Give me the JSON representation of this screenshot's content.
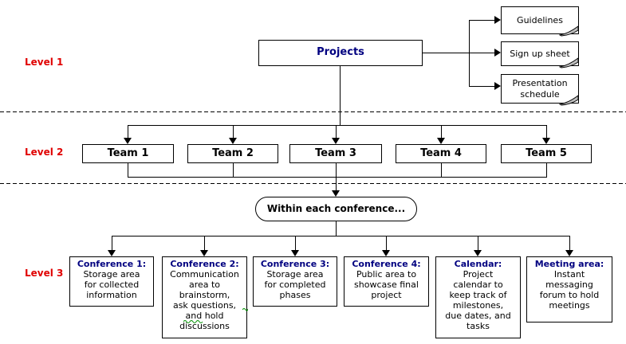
{
  "levels": [
    {
      "label": "Level 1"
    },
    {
      "label": "Level 2"
    },
    {
      "label": "Level 3"
    }
  ],
  "root": {
    "label": "Projects"
  },
  "documents": [
    {
      "label": "Guidelines"
    },
    {
      "label": "Sign up sheet"
    },
    {
      "label": [
        "Presentation",
        "schedule"
      ]
    }
  ],
  "teams": [
    {
      "label": "Team 1"
    },
    {
      "label": "Team 2"
    },
    {
      "label": "Team 3"
    },
    {
      "label": "Team 4"
    },
    {
      "label": "Team 5"
    }
  ],
  "hub": {
    "label": "Within each conference..."
  },
  "areas": [
    {
      "title": "Conference 1:",
      "lines": [
        "Storage area",
        "for collected",
        "information"
      ]
    },
    {
      "title": "Conference 2:",
      "lines": [
        "Communication",
        "area to",
        "brainstorm,",
        "ask questions,",
        "and hold",
        "discussions"
      ]
    },
    {
      "title": "Conference 3:",
      "lines": [
        "Storage area",
        "for completed",
        "phases"
      ]
    },
    {
      "title": "Conference 4:",
      "lines": [
        "Public area to",
        "showcase final",
        "project"
      ]
    },
    {
      "title": "Calendar:",
      "lines": [
        "Project",
        "calendar to",
        "keep track of",
        "milestones,",
        "due dates, and",
        "tasks"
      ]
    },
    {
      "title": "Meeting area:",
      "lines": [
        "Instant",
        "messaging",
        "forum to hold",
        "meetings"
      ]
    }
  ],
  "colors": {
    "level_label_red": "#e00000",
    "heading_navy": "#000080",
    "line_black": "#000000",
    "fold_gray": "#c0c0c0",
    "grammar_green": "#009000",
    "background": "#ffffff"
  }
}
